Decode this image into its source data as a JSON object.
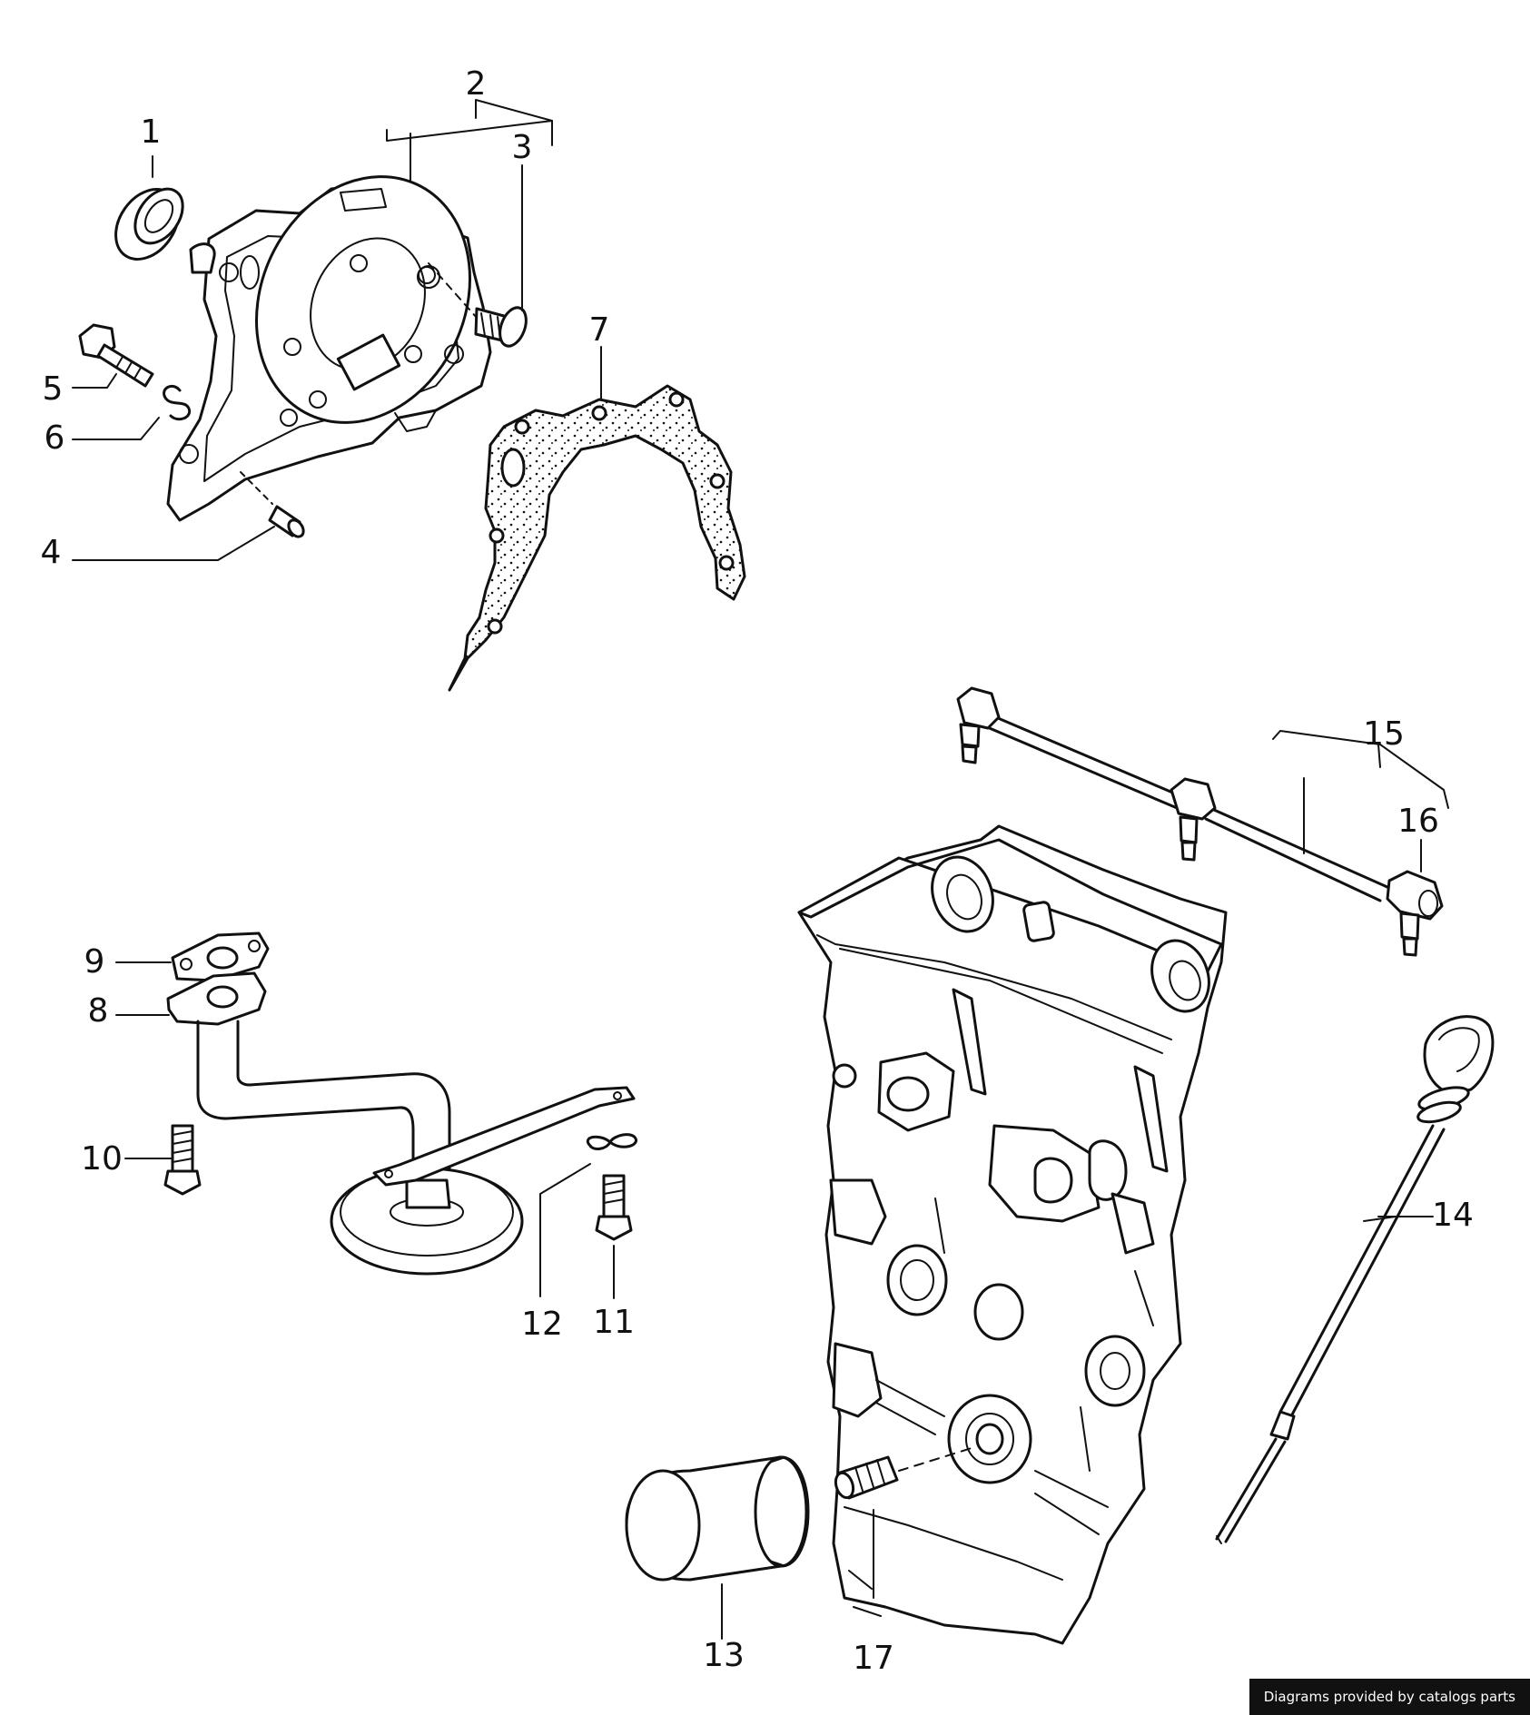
{
  "callouts": [
    {
      "id": "1",
      "label": "1"
    },
    {
      "id": "2",
      "label": "2"
    },
    {
      "id": "3",
      "label": "3"
    },
    {
      "id": "4",
      "label": "4"
    },
    {
      "id": "5",
      "label": "5"
    },
    {
      "id": "6",
      "label": "6"
    },
    {
      "id": "7",
      "label": "7"
    },
    {
      "id": "8",
      "label": "8"
    },
    {
      "id": "9",
      "label": "9"
    },
    {
      "id": "10",
      "label": "10"
    },
    {
      "id": "11",
      "label": "11"
    },
    {
      "id": "12",
      "label": "12"
    },
    {
      "id": "13",
      "label": "13"
    },
    {
      "id": "14",
      "label": "14"
    },
    {
      "id": "15",
      "label": "15"
    },
    {
      "id": "16",
      "label": "16"
    },
    {
      "id": "17",
      "label": "17"
    }
  ],
  "credit": "Diagrams provided by catalogs parts"
}
